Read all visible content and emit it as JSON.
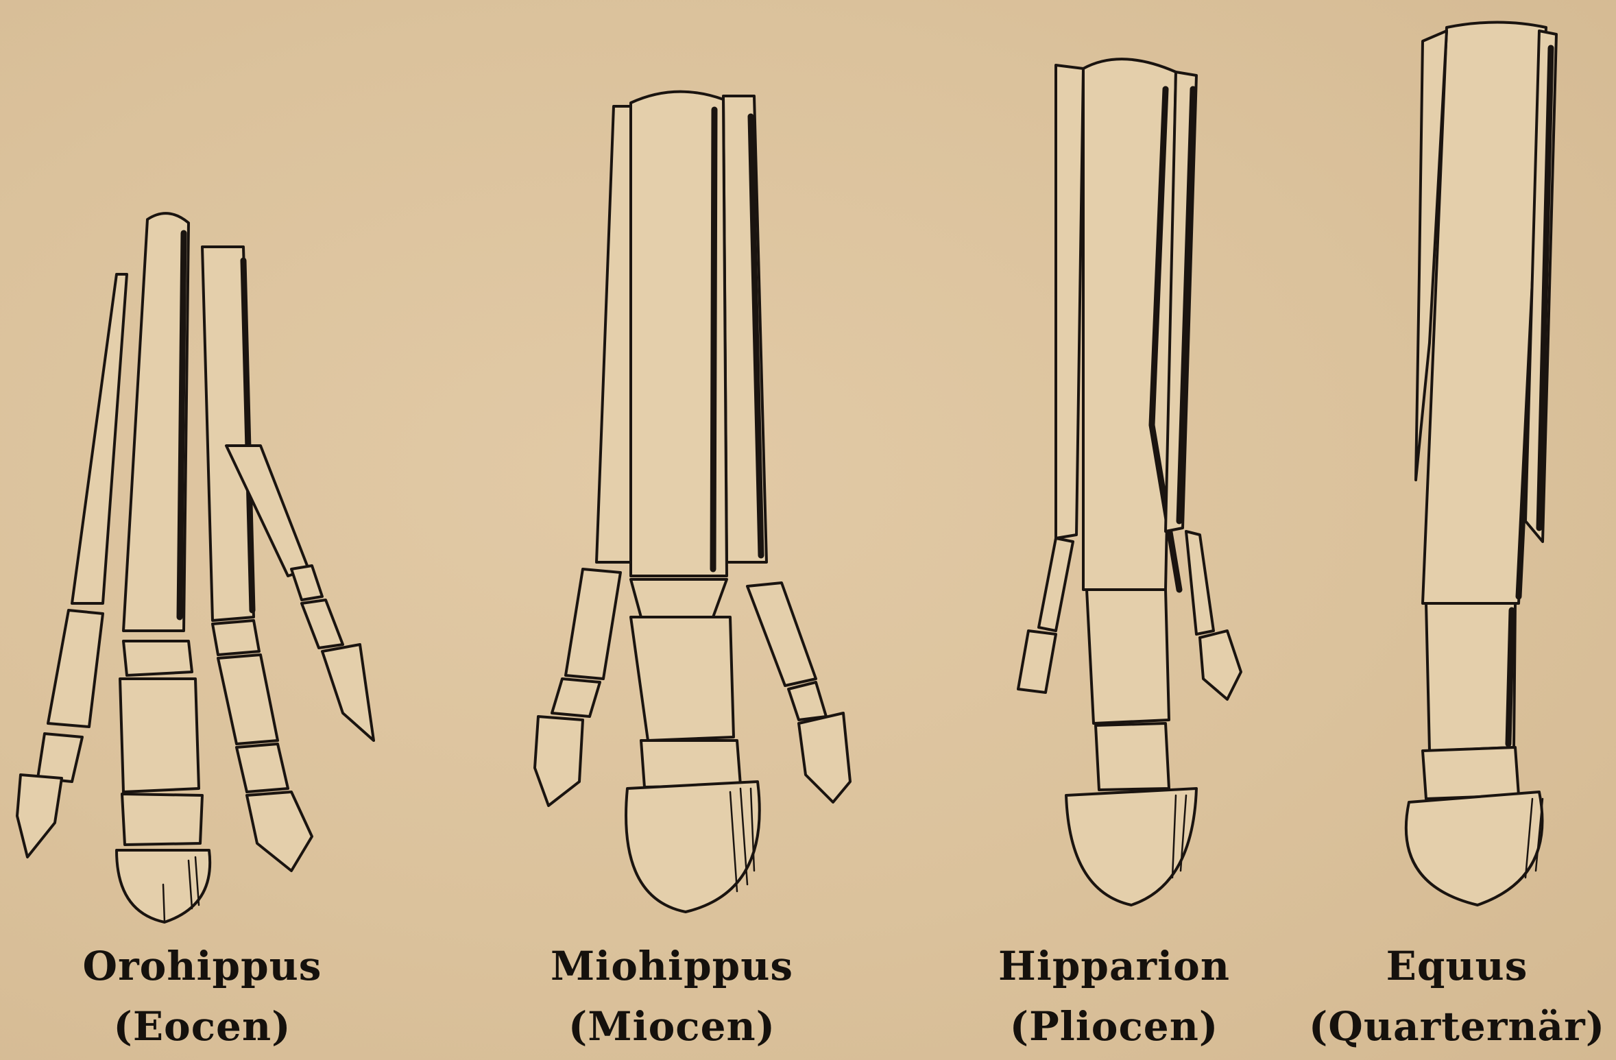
{
  "specimens": [
    {
      "name": "Orohippus",
      "epoch": "(Eocen)"
    },
    {
      "name": "Miohippus",
      "epoch": "(Miocen)"
    },
    {
      "name": "Hipparion",
      "epoch": "(Pliocen)"
    },
    {
      "name": "Equus",
      "epoch": "(Quarternär)"
    }
  ]
}
